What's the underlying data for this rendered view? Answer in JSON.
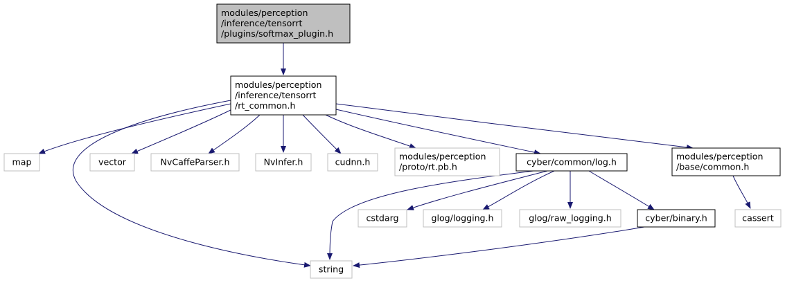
{
  "nodes": [
    {
      "id": "softmax",
      "lines": [
        "modules/perception",
        "/inference/tensorrt",
        "/plugins/softmax_plugin.h"
      ],
      "style": "root"
    },
    {
      "id": "rt_common",
      "lines": [
        "modules/perception",
        "/inference/tensorrt",
        "/rt_common.h"
      ],
      "style": "normal"
    },
    {
      "id": "map",
      "lines": [
        "map"
      ],
      "style": "external"
    },
    {
      "id": "vector",
      "lines": [
        "vector"
      ],
      "style": "external"
    },
    {
      "id": "nvcaffe",
      "lines": [
        "NvCaffeParser.h"
      ],
      "style": "external"
    },
    {
      "id": "nvinfer",
      "lines": [
        "NvInfer.h"
      ],
      "style": "external"
    },
    {
      "id": "cudnn",
      "lines": [
        "cudnn.h"
      ],
      "style": "external"
    },
    {
      "id": "rtpb",
      "lines": [
        "modules/perception",
        "/proto/rt.pb.h"
      ],
      "style": "external"
    },
    {
      "id": "log",
      "lines": [
        "cyber/common/log.h"
      ],
      "style": "normal"
    },
    {
      "id": "basecommon",
      "lines": [
        "modules/perception",
        "/base/common.h"
      ],
      "style": "normal"
    },
    {
      "id": "cstdarg",
      "lines": [
        "cstdarg"
      ],
      "style": "external"
    },
    {
      "id": "glog",
      "lines": [
        "glog/logging.h"
      ],
      "style": "external"
    },
    {
      "id": "glograw",
      "lines": [
        "glog/raw_logging.h"
      ],
      "style": "external"
    },
    {
      "id": "binary",
      "lines": [
        "cyber/binary.h"
      ],
      "style": "normal"
    },
    {
      "id": "cassert",
      "lines": [
        "cassert"
      ],
      "style": "external"
    },
    {
      "id": "string",
      "lines": [
        "string"
      ],
      "style": "external"
    }
  ],
  "edges": [
    {
      "from": "softmax",
      "to": "rt_common"
    },
    {
      "from": "rt_common",
      "to": "map"
    },
    {
      "from": "rt_common",
      "to": "vector"
    },
    {
      "from": "rt_common",
      "to": "nvcaffe"
    },
    {
      "from": "rt_common",
      "to": "nvinfer"
    },
    {
      "from": "rt_common",
      "to": "cudnn"
    },
    {
      "from": "rt_common",
      "to": "rtpb"
    },
    {
      "from": "rt_common",
      "to": "log"
    },
    {
      "from": "rt_common",
      "to": "basecommon"
    },
    {
      "from": "rt_common",
      "to": "string"
    },
    {
      "from": "log",
      "to": "string"
    },
    {
      "from": "log",
      "to": "cstdarg"
    },
    {
      "from": "log",
      "to": "glog"
    },
    {
      "from": "log",
      "to": "glograw"
    },
    {
      "from": "log",
      "to": "binary"
    },
    {
      "from": "basecommon",
      "to": "cassert"
    },
    {
      "from": "binary",
      "to": "string"
    }
  ],
  "colors": {
    "root_fill": "#bfbfbf",
    "normal_border": "#000000",
    "external_border": "#bfbfbf",
    "edge": "#191970",
    "text": "#000000"
  }
}
